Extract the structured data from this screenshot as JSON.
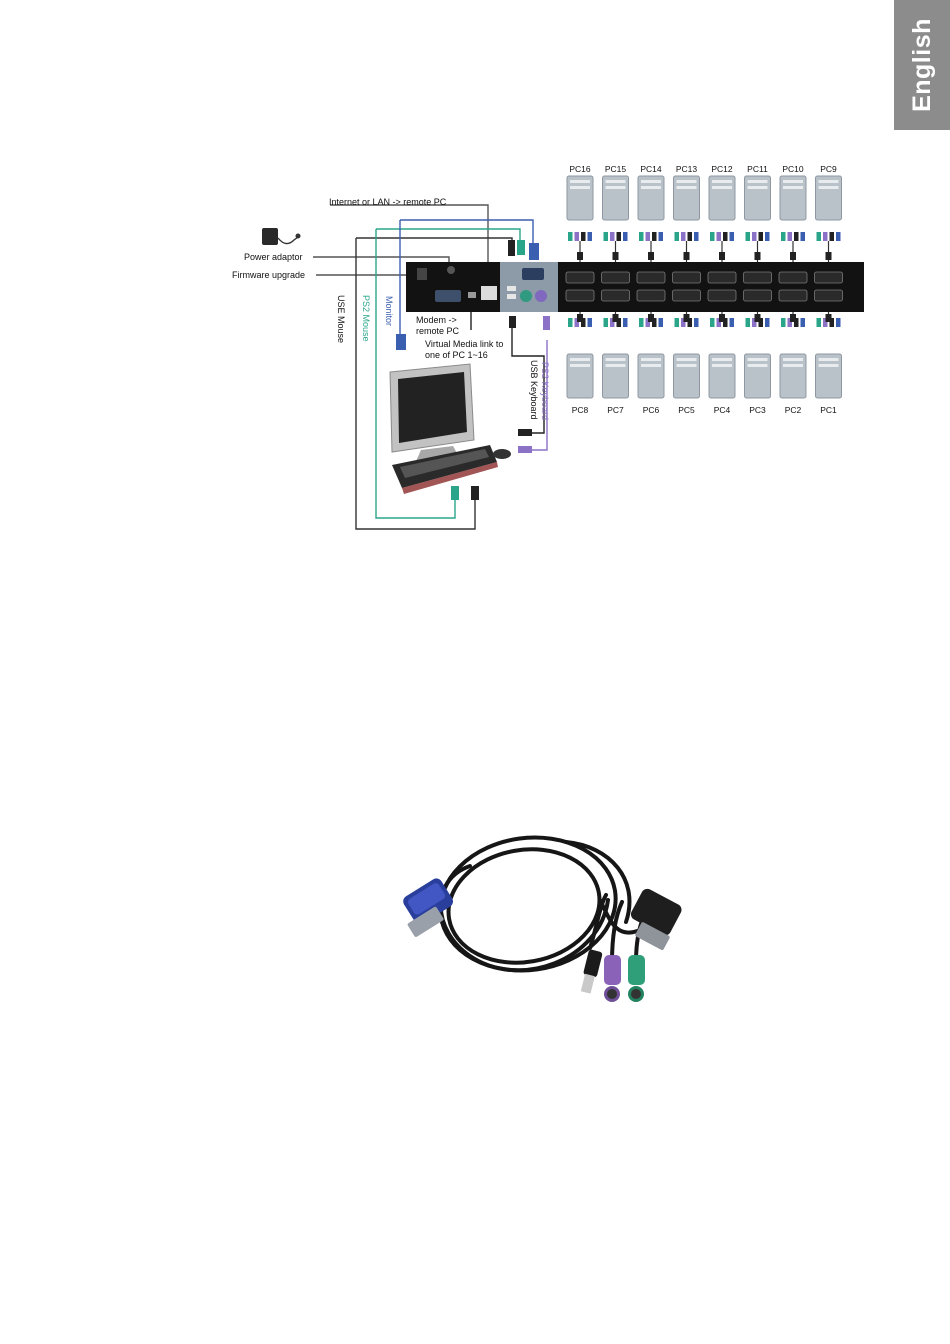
{
  "side_tab": {
    "label": "English"
  },
  "diagram": {
    "pc_top": [
      "PC16",
      "PC15",
      "PC14",
      "PC13",
      "PC12",
      "PC11",
      "PC10",
      "PC9"
    ],
    "pc_bottom": [
      "PC8",
      "PC7",
      "PC6",
      "PC5",
      "PC4",
      "PC3",
      "PC2",
      "PC1"
    ],
    "labels": {
      "internet": "Internet or LAN -> remote PC",
      "power": "Power adaptor",
      "firmware": "Firmware upgrade",
      "usb_mouse": "USE Mouse",
      "ps2_mouse": "PS2 Mouse",
      "monitor": "Monitor",
      "modem_1": "Modem ->",
      "modem_2": "remote PC",
      "vmedia_1": "Virtual Media link to",
      "vmedia_2": "one of PC 1~16",
      "usb_keyboard": "USB Keyboard",
      "ps2_keyboard": "PS2 Keyboard"
    },
    "colors": {
      "usb": "#222222",
      "ps2_mouse": "#2aa58a",
      "monitor": "#3b5fb0",
      "ps2_keyboard": "#8b72c7"
    }
  }
}
